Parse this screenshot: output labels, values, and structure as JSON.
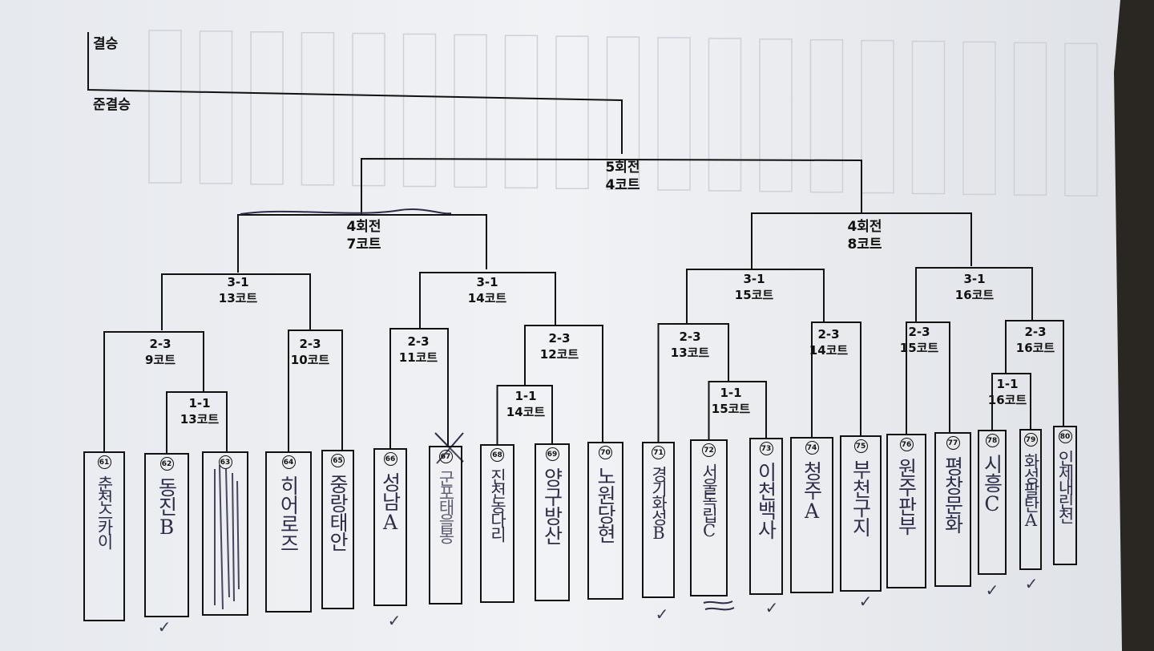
{
  "titles": {
    "final": "결승",
    "semifinal": "준결승"
  },
  "round5": {
    "round": "5회전",
    "court": "4코트"
  },
  "round4": [
    {
      "round": "4회전",
      "court": "7코트"
    },
    {
      "round": "4회전",
      "court": "8코트"
    }
  ],
  "round3": [
    {
      "round": "3-1",
      "court": "13코트"
    },
    {
      "round": "3-1",
      "court": "14코트"
    },
    {
      "round": "3-1",
      "court": "15코트"
    },
    {
      "round": "3-1",
      "court": "16코트"
    }
  ],
  "round2": [
    {
      "round": "2-3",
      "court": "9코트"
    },
    {
      "round": "2-3",
      "court": "10코트"
    },
    {
      "round": "2-3",
      "court": "11코트"
    },
    {
      "round": "2-3",
      "court": "12코트"
    },
    {
      "round": "2-3",
      "court": "13코트"
    },
    {
      "round": "2-3",
      "court": "14코트"
    },
    {
      "round": "2-3",
      "court": "15코트"
    },
    {
      "round": "2-3",
      "court": "16코트"
    }
  ],
  "round1": [
    {
      "round": "1-1",
      "court": "13코트"
    },
    {
      "round": "1-1",
      "court": "14코트"
    },
    {
      "round": "1-1",
      "court": "15코트"
    },
    {
      "round": "1-1",
      "court": "16코트"
    }
  ],
  "teams": [
    {
      "seed": "61",
      "name": "춘천스카이"
    },
    {
      "seed": "62",
      "name": "동진B"
    },
    {
      "seed": "63",
      "name": ""
    },
    {
      "seed": "64",
      "name": "히어로즈"
    },
    {
      "seed": "65",
      "name": "중랑태안"
    },
    {
      "seed": "66",
      "name": "성남A"
    },
    {
      "seed": "67",
      "name": "군포태을봉"
    },
    {
      "seed": "68",
      "name": "진천농다리"
    },
    {
      "seed": "69",
      "name": "양구방산"
    },
    {
      "seed": "70",
      "name": "노원당현"
    },
    {
      "seed": "71",
      "name": "경기화성B"
    },
    {
      "seed": "72",
      "name": "서울독립C"
    },
    {
      "seed": "73",
      "name": "이천백사"
    },
    {
      "seed": "74",
      "name": "청주A"
    },
    {
      "seed": "75",
      "name": "부천구지"
    },
    {
      "seed": "76",
      "name": "원주판부"
    },
    {
      "seed": "77",
      "name": "평창문화"
    },
    {
      "seed": "78",
      "name": "시흥C"
    },
    {
      "seed": "79",
      "name": "화성팔탄A"
    },
    {
      "seed": "80",
      "name": "인제내린천"
    }
  ],
  "colors": {
    "ink": "#111111",
    "pen": "#2d2d4a",
    "paper": "#eef0f4"
  }
}
